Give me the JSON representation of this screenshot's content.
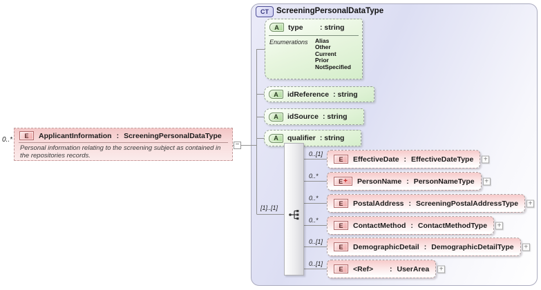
{
  "root_element": {
    "cardinality": "0..*",
    "badge": "E",
    "name": "ApplicantInformation",
    "separator": ":",
    "type": "ScreeningPersonalDataType",
    "annotation": "Personal information relating to the screening subject as contained in the repositories records.",
    "collapse_glyph": "−"
  },
  "complex_type": {
    "badge": "CT",
    "title": "ScreeningPersonalDataType",
    "attributes": [
      {
        "badge": "A",
        "name": "type",
        "separator": ":",
        "type": "string",
        "enumerations_label": "Enumerations",
        "enumerations": [
          "Alias",
          "Other",
          "Current",
          "Prior",
          "NotSpecified"
        ]
      },
      {
        "badge": "A",
        "name": "idReference",
        "separator": ":",
        "type": "string"
      },
      {
        "badge": "A",
        "name": "idSource",
        "separator": ":",
        "type": "string"
      },
      {
        "badge": "A",
        "name": "qualifier",
        "separator": ":",
        "type": "string"
      }
    ],
    "sequence": {
      "cardinality": "[1]..[1]"
    },
    "elements": [
      {
        "cardinality": "0..[1]",
        "badge": "E",
        "name": "EffectiveDate",
        "separator": ":",
        "type": "EffectiveDateType",
        "expand_glyph": "+"
      },
      {
        "cardinality": "0..*",
        "badge": "E",
        "badge_plus": "+",
        "name": "PersonName",
        "separator": ":",
        "type": "PersonNameType",
        "expand_glyph": "+"
      },
      {
        "cardinality": "0..*",
        "badge": "E",
        "name": "PostalAddress",
        "separator": ":",
        "type": "ScreeningPostalAddressType",
        "expand_glyph": "+"
      },
      {
        "cardinality": "0..*",
        "badge": "E",
        "name": "ContactMethod",
        "separator": ":",
        "type": "ContactMethodType",
        "expand_glyph": "+"
      },
      {
        "cardinality": "0..[1]",
        "badge": "E",
        "name": "DemographicDetail",
        "separator": ":",
        "type": "DemographicDetailType",
        "expand_glyph": "+"
      },
      {
        "cardinality": "0..[1]",
        "badge": "E",
        "name": "<Ref>",
        "separator": ":",
        "type": "UserArea",
        "expand_glyph": "+"
      }
    ]
  },
  "colors": {
    "element_pink": "#f6caca",
    "attribute_green": "#d5eecb",
    "complex_type_lavender": "#dcdef3",
    "element_badge_border": "#b26a6a",
    "attribute_badge_border": "#6f8f62",
    "ct_badge_border": "#4c4c96",
    "connector_gray": "#909090"
  }
}
